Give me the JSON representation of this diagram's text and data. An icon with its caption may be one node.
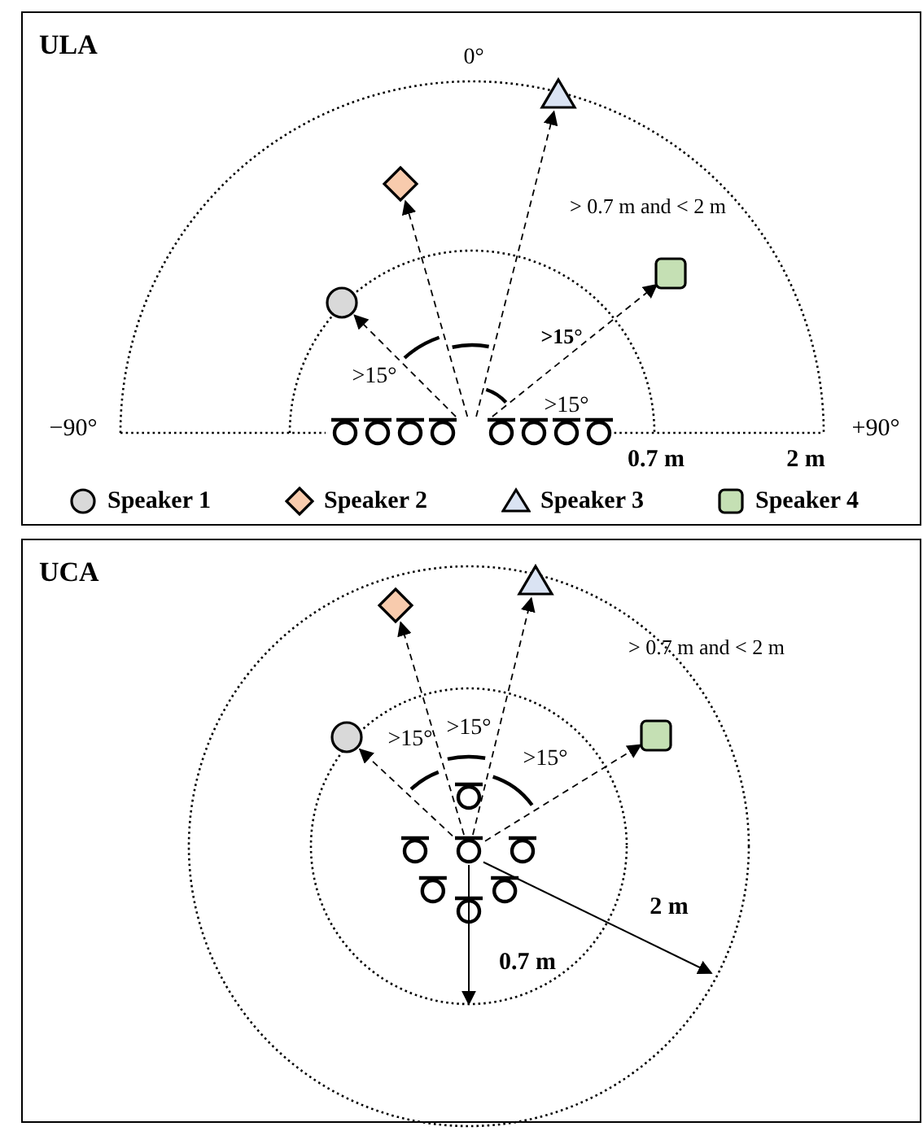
{
  "diagram": {
    "nodes": [
      {
        "text": [
          "ULA"
        ]
      },
      {
        "text": [],
        "shape": "circle",
        "in": 0
      },
      {
        "text": [],
        "shape": "diamond",
        "in": 0
      },
      {
        "text": [],
        "shape": "triangle",
        "in": 0
      },
      {
        "text": [],
        "shape": "box",
        "in": 0
      },
      {
        "text": [],
        "shape": "picture",
        "in": 0
      },
      {
        "text": [
          "UCA"
        ]
      },
      {
        "text": [],
        "shape": "circle",
        "in": 6
      },
      {
        "text": [],
        "shape": "diamond",
        "in": 6
      },
      {
        "text": [],
        "shape": "triangle",
        "in": 6
      },
      {
        "text": [],
        "shape": "box",
        "in": 6
      },
      {
        "text": [],
        "shape": "circle",
        "in": 6
      }
    ],
    "edges": [
      {
        "from": 5,
        "to": 1,
        "arrow": "to",
        "style": "dashed"
      },
      {
        "from": 5,
        "to": 2,
        "arrow": "to",
        "style": "dashed"
      },
      {
        "from": 5,
        "to": 3,
        "arrow": "to",
        "style": "dashed"
      },
      {
        "from": 5,
        "to": 4,
        "arrow": "to",
        "style": "dashed"
      },
      {
        "from": 11,
        "to": 7,
        "arrow": "to",
        "style": "dashed"
      },
      {
        "from": 11,
        "to": 8,
        "arrow": "to",
        "style": "dashed"
      },
      {
        "from": 11,
        "to": 9,
        "arrow": "to",
        "style": "dashed"
      },
      {
        "from": 11,
        "to": 10,
        "arrow": "to",
        "style": "dashed"
      }
    ],
    "labels": [
      "0°",
      "> 0.7 m and < 2 m",
      ">15°",
      ">15°",
      ">15°",
      "−90°",
      "+90°",
      "0.7 m",
      "2 m",
      "> 0.7 m and < 2 m",
      ">15°",
      ">15°",
      ">15°",
      "2 m",
      "0.7 m"
    ],
    "legend": [
      {
        "text": "Speaker 1"
      },
      {
        "text": "Speaker 2"
      },
      {
        "text": "Speaker 3"
      },
      {
        "text": "Speaker 4"
      }
    ]
  }
}
